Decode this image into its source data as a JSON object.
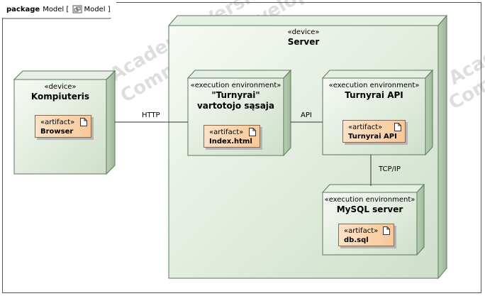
{
  "frame": {
    "keyword": "package",
    "model_path": "Model [",
    "model_name": "Model ]"
  },
  "watermark": {
    "line1": "Academic Version",
    "line2": "Commercial Development",
    "line3": "Academic",
    "line4": "Commercial"
  },
  "nodes": {
    "kompiuteris": {
      "stereotype": "«device»",
      "name": "Kompiuteris"
    },
    "server": {
      "stereotype": "«device»",
      "name": "Server"
    },
    "turnyrai_ui": {
      "stereotype": "«execution environment»",
      "name_line1": "\"Turnyrai\"",
      "name_line2": "vartotojo sąsaja"
    },
    "turnyrai_api": {
      "stereotype": "«execution environment»",
      "name": "Turnyrai API"
    },
    "mysql": {
      "stereotype": "«execution environment»",
      "name": "MySQL server"
    }
  },
  "artifacts": {
    "browser": {
      "stereotype": "«artifact»",
      "name": "Browser"
    },
    "index": {
      "stereotype": "«artifact»",
      "name": "Index.html"
    },
    "api": {
      "stereotype": "«artifact»",
      "name": "Turnyrai API"
    },
    "db": {
      "stereotype": "«artifact»",
      "name": "db.sql"
    }
  },
  "connections": {
    "http": "HTTP",
    "api": "API",
    "tcpip": "TCP/IP"
  },
  "colors": {
    "node_fill_light": "#f4f8f2",
    "node_fill_dark": "#cfdfca",
    "node_border": "#5a7a5a",
    "artifact_fill": "#f8c898"
  }
}
